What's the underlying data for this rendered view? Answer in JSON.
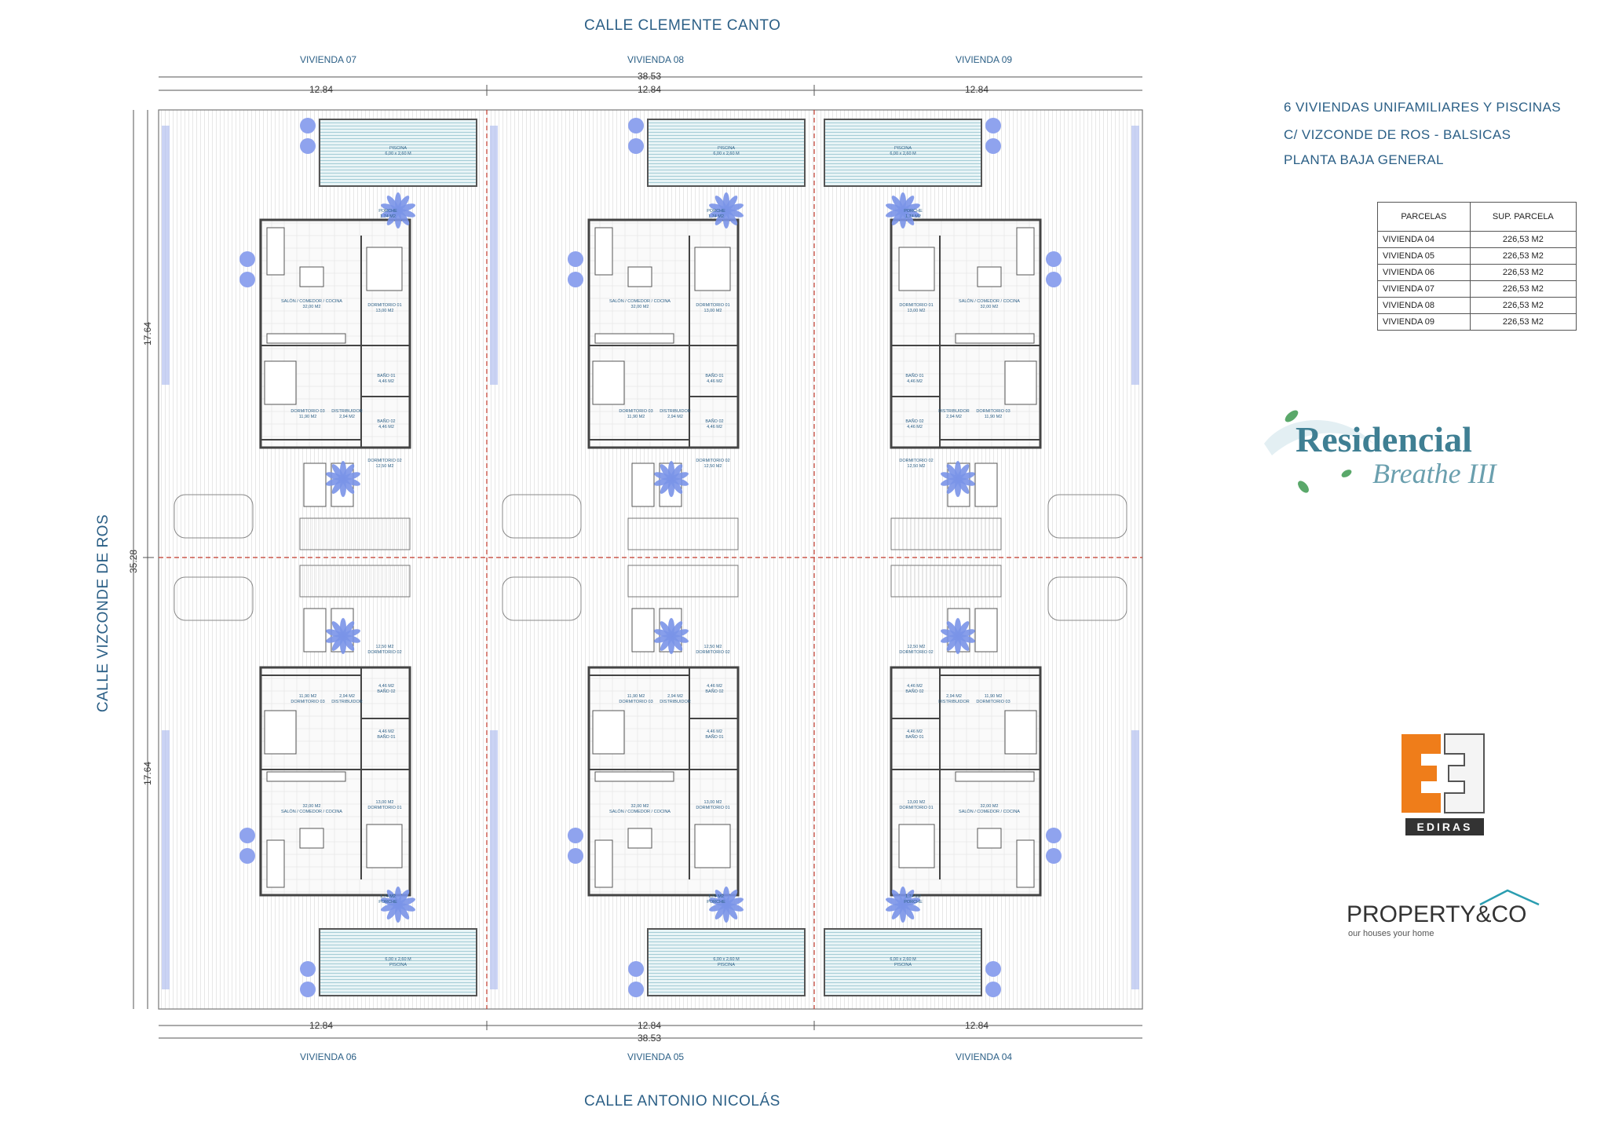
{
  "streets": {
    "top": "CALLE CLEMENTE CANTO",
    "bottom": "CALLE ANTONIO NICOLÁS",
    "left": "CALLE VIZCONDE DE ROS"
  },
  "houses_top": [
    "VIVIENDA 07",
    "VIVIENDA 08",
    "VIVIENDA 09"
  ],
  "houses_bottom": [
    "VIVIENDA 06",
    "VIVIENDA 05",
    "VIVIENDA 04"
  ],
  "dimensions": {
    "total_width": "38.53",
    "lot_width": "12.84",
    "total_depth": "35.28",
    "half_depth": "17.64"
  },
  "rooms": {
    "piscina": "PISCINA",
    "piscina_size": "6,00 x 2,60 M",
    "porche": "PORCHE",
    "porche_area": "1,74 M2",
    "salon": "SALÓN / COMEDOR / COCINA",
    "salon_area": "32,00 M2",
    "dorm1": "DORMITORIO 01",
    "dorm1_area": "13,00 M2",
    "dorm2": "DORMITORIO 02",
    "dorm2_area": "12,50 M2",
    "dorm3": "DORMITORIO 03",
    "dorm3_area": "11,90 M2",
    "bano1": "BAÑO 01",
    "bano1_area": "4,46 M2",
    "bano2": "BAÑO 02",
    "bano2_area": "4,46 M2",
    "distribuidor": "DISTRIBUIDOR",
    "distribuidor_area": "2,94 M2"
  },
  "project": {
    "line1": "6 VIVIENDAS UNIFAMILIARES Y PISCINAS",
    "line2": "C/ VIZCONDE DE ROS - BALSICAS",
    "line3": "PLANTA BAJA GENERAL"
  },
  "table": {
    "headers": [
      "PARCELAS",
      "SUP. PARCELA"
    ],
    "rows": [
      [
        "VIVIENDA 04",
        "226,53 M2"
      ],
      [
        "VIVIENDA 05",
        "226,53 M2"
      ],
      [
        "VIVIENDA 06",
        "226,53 M2"
      ],
      [
        "VIVIENDA 07",
        "226,53 M2"
      ],
      [
        "VIVIENDA 08",
        "226,53 M2"
      ],
      [
        "VIVIENDA 09",
        "226,53 M2"
      ]
    ]
  },
  "logos": {
    "residencial": "Residencial",
    "breathe": "Breathe III",
    "ediras": "EDIRAS",
    "property": "PROPERTY&CO",
    "property_tagline": "our houses your home"
  },
  "colors": {
    "text": "#2b5f86",
    "pool": "#3c8fa6",
    "tree": "#7a93e8",
    "divider": "#c0392b",
    "ediras_orange": "#ef7d1a",
    "residencial_teal": "#3f7f93",
    "leaf_green": "#5aa86a"
  }
}
